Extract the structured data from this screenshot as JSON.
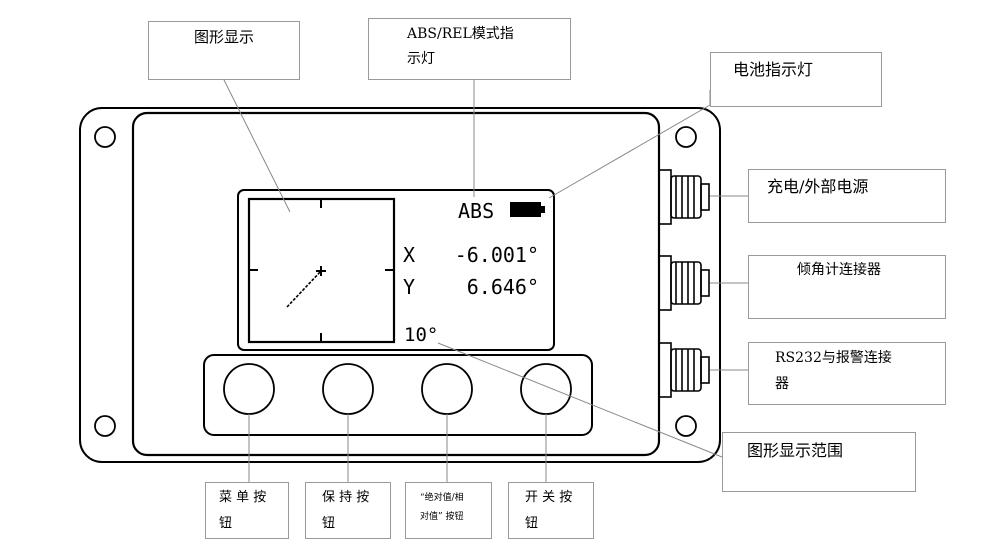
{
  "screen": {
    "mode": "ABS",
    "x_label": "X",
    "x_value": "-6.001°",
    "y_label": "Y",
    "y_value": "6.646°",
    "range": "10°"
  },
  "callouts": {
    "graphic_display": "图形显示",
    "abs_rel_indicator_line1": "ABS/REL模式指",
    "abs_rel_indicator_line2": "示灯",
    "battery_indicator": "电池指示灯",
    "charger_power": "充电/外部电源",
    "inclinometer_connector": "倾角计连接器",
    "rs232_line1": "RS232与报警连接",
    "rs232_line2": "器",
    "graphic_range": "图形显示范围",
    "menu_button_line1": "菜 单 按",
    "menu_button_line2": "钮",
    "hold_button_line1": "保 持 按",
    "hold_button_line2": "钮",
    "abs_rel_button_line1": "“绝对值/相",
    "abs_rel_button_line2": "对值” 按钮",
    "power_button_line1": "开 关 按",
    "power_button_line2": "钮"
  }
}
